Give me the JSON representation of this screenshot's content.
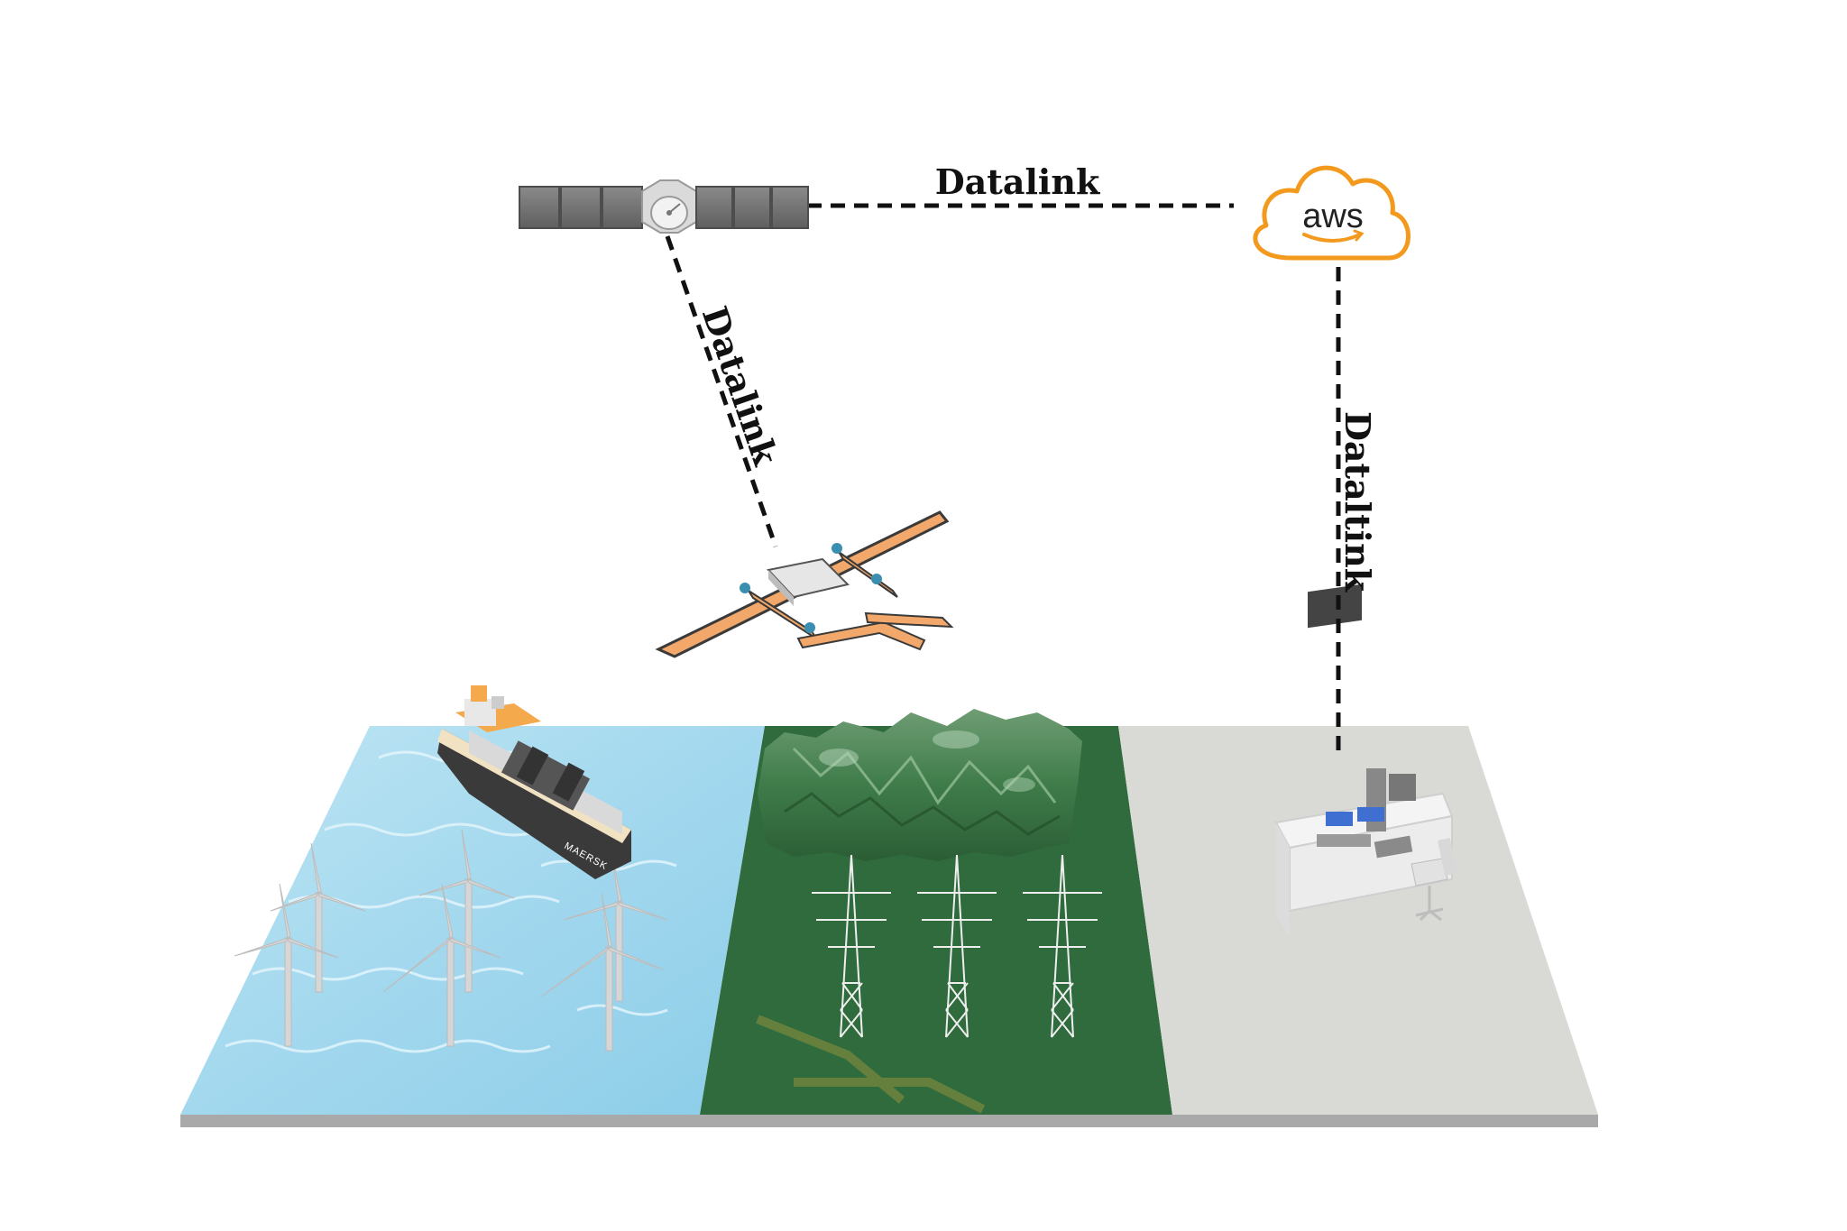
{
  "links": {
    "satellite_cloud": "Datalink",
    "satellite_drone": "Datalink",
    "cloud_station": "Dataltink"
  },
  "cloud": {
    "label": "aws",
    "color": "#f39a1e"
  },
  "ship": {
    "hull_text": "MAERSK"
  },
  "colors": {
    "sea": "#a9dcef",
    "forest": "#2f6b3c",
    "ground": "#d9d9d6",
    "drone": "#f2a86a",
    "link": "#111111"
  }
}
